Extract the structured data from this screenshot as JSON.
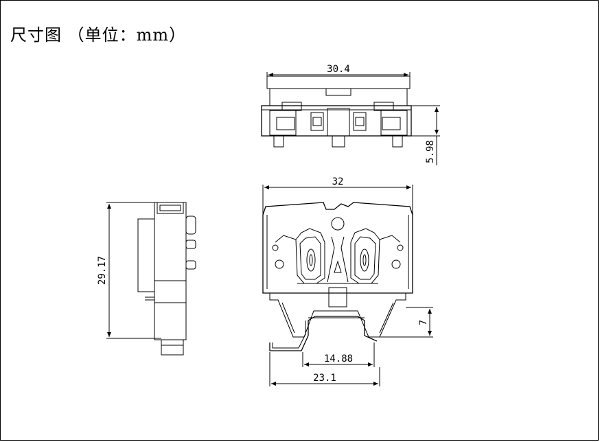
{
  "title": "尺寸图 （单位：mm）",
  "dimensions": {
    "top_width": "30.4",
    "top_height": "5.98",
    "front_width": "32",
    "side_height": "29.17",
    "clip_height": "7",
    "rail_width": "14.88",
    "base_width": "23.1"
  }
}
